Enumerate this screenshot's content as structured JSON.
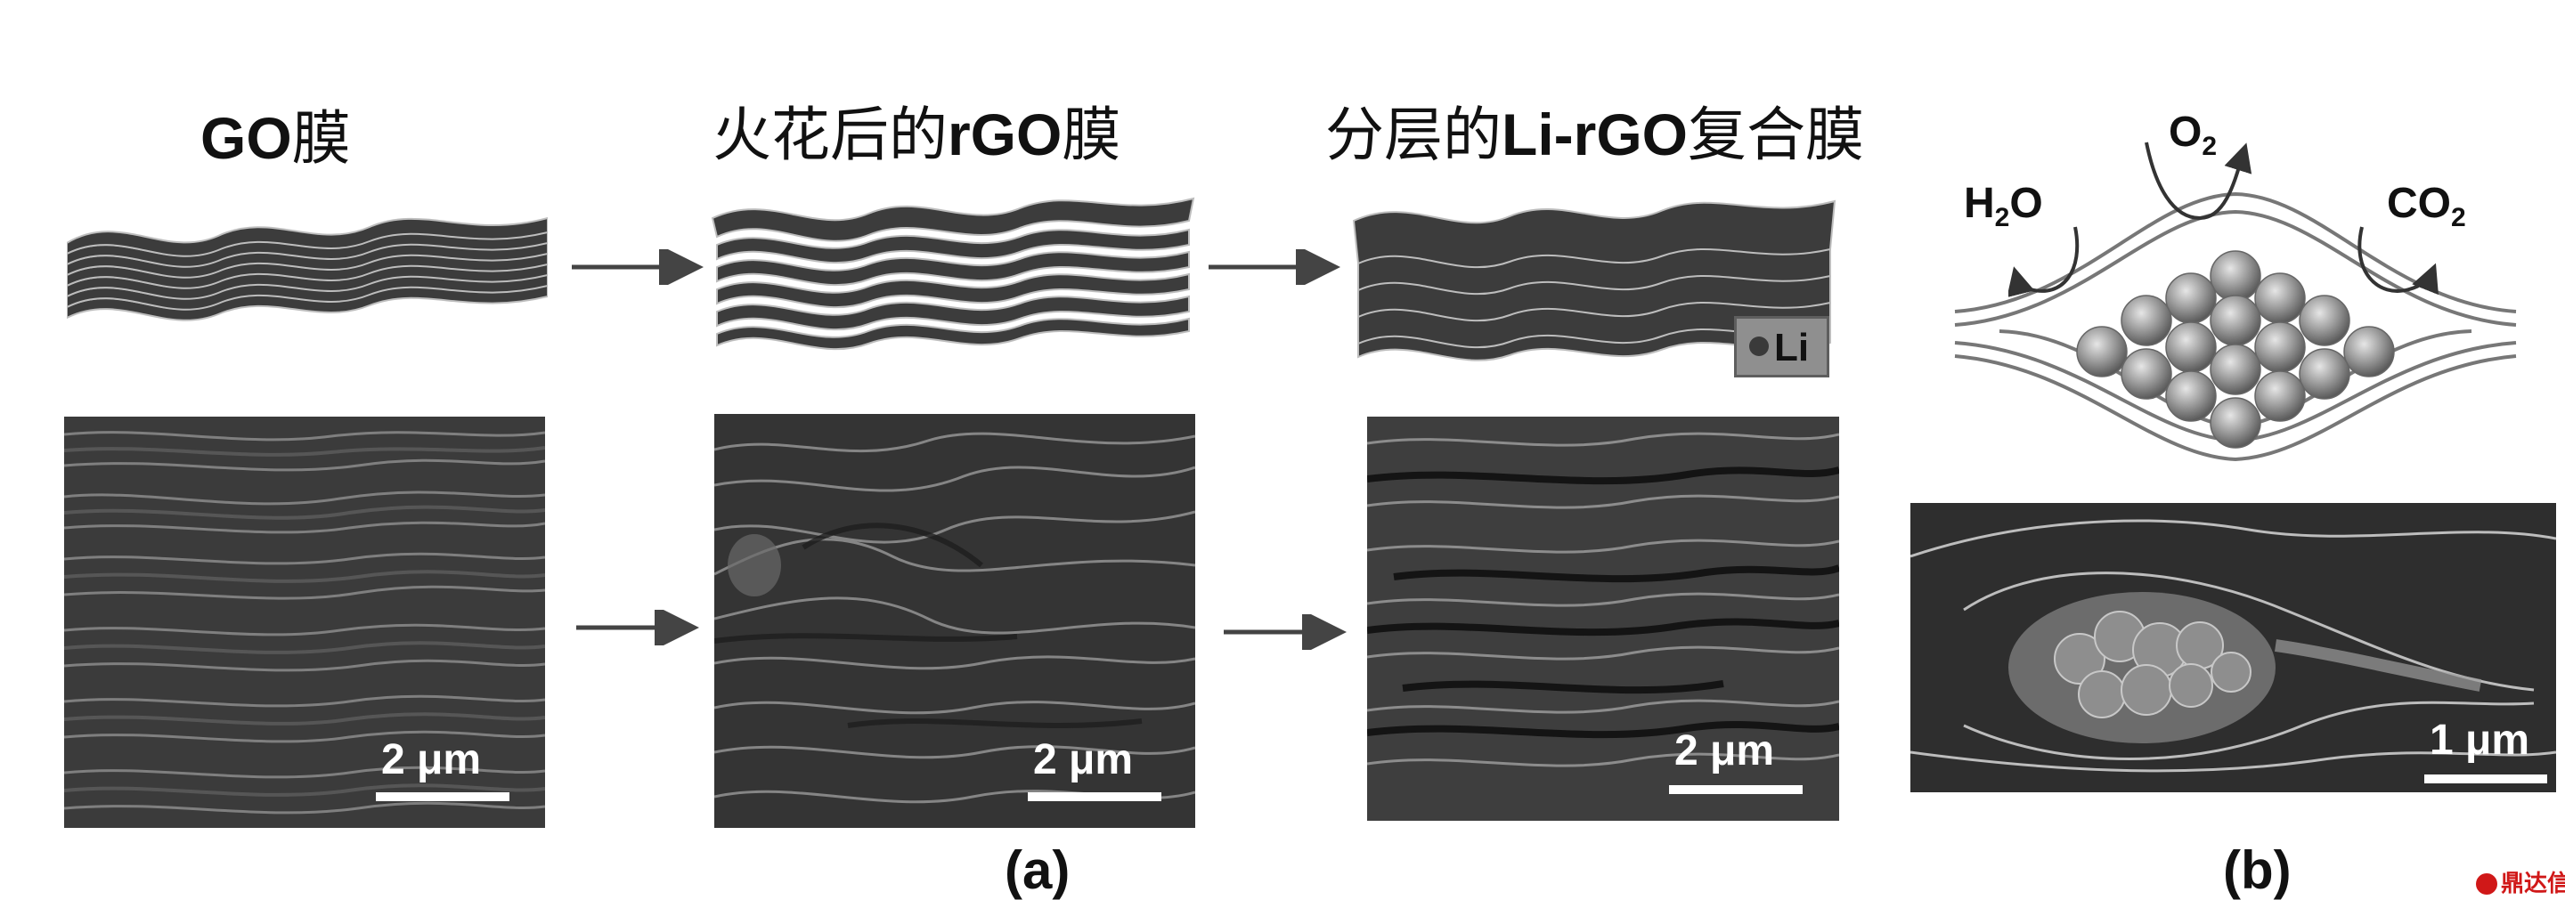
{
  "figure": {
    "panel_a": {
      "stage_titles": [
        {
          "main": "GO",
          "suffix": "膜",
          "prefix": ""
        },
        {
          "prefix": "火花后的",
          "main": "rGO",
          "suffix": "膜"
        },
        {
          "prefix": "分层的",
          "main": "Li-rGO",
          "suffix": "复合膜"
        }
      ],
      "legend_label": "Li",
      "scale_bars": [
        "2 μm",
        "2 μm",
        "2 μm"
      ],
      "label": "(a)"
    },
    "panel_b": {
      "molecules": {
        "o2": {
          "base": "O",
          "sub": "2"
        },
        "h2o": {
          "pre": "H",
          "sub": "2",
          "post": "O"
        },
        "co2": {
          "base": "CO",
          "sub": "2"
        }
      },
      "scale_bar": "1 μm",
      "label": "(b)"
    },
    "watermark": "鼎达信"
  }
}
